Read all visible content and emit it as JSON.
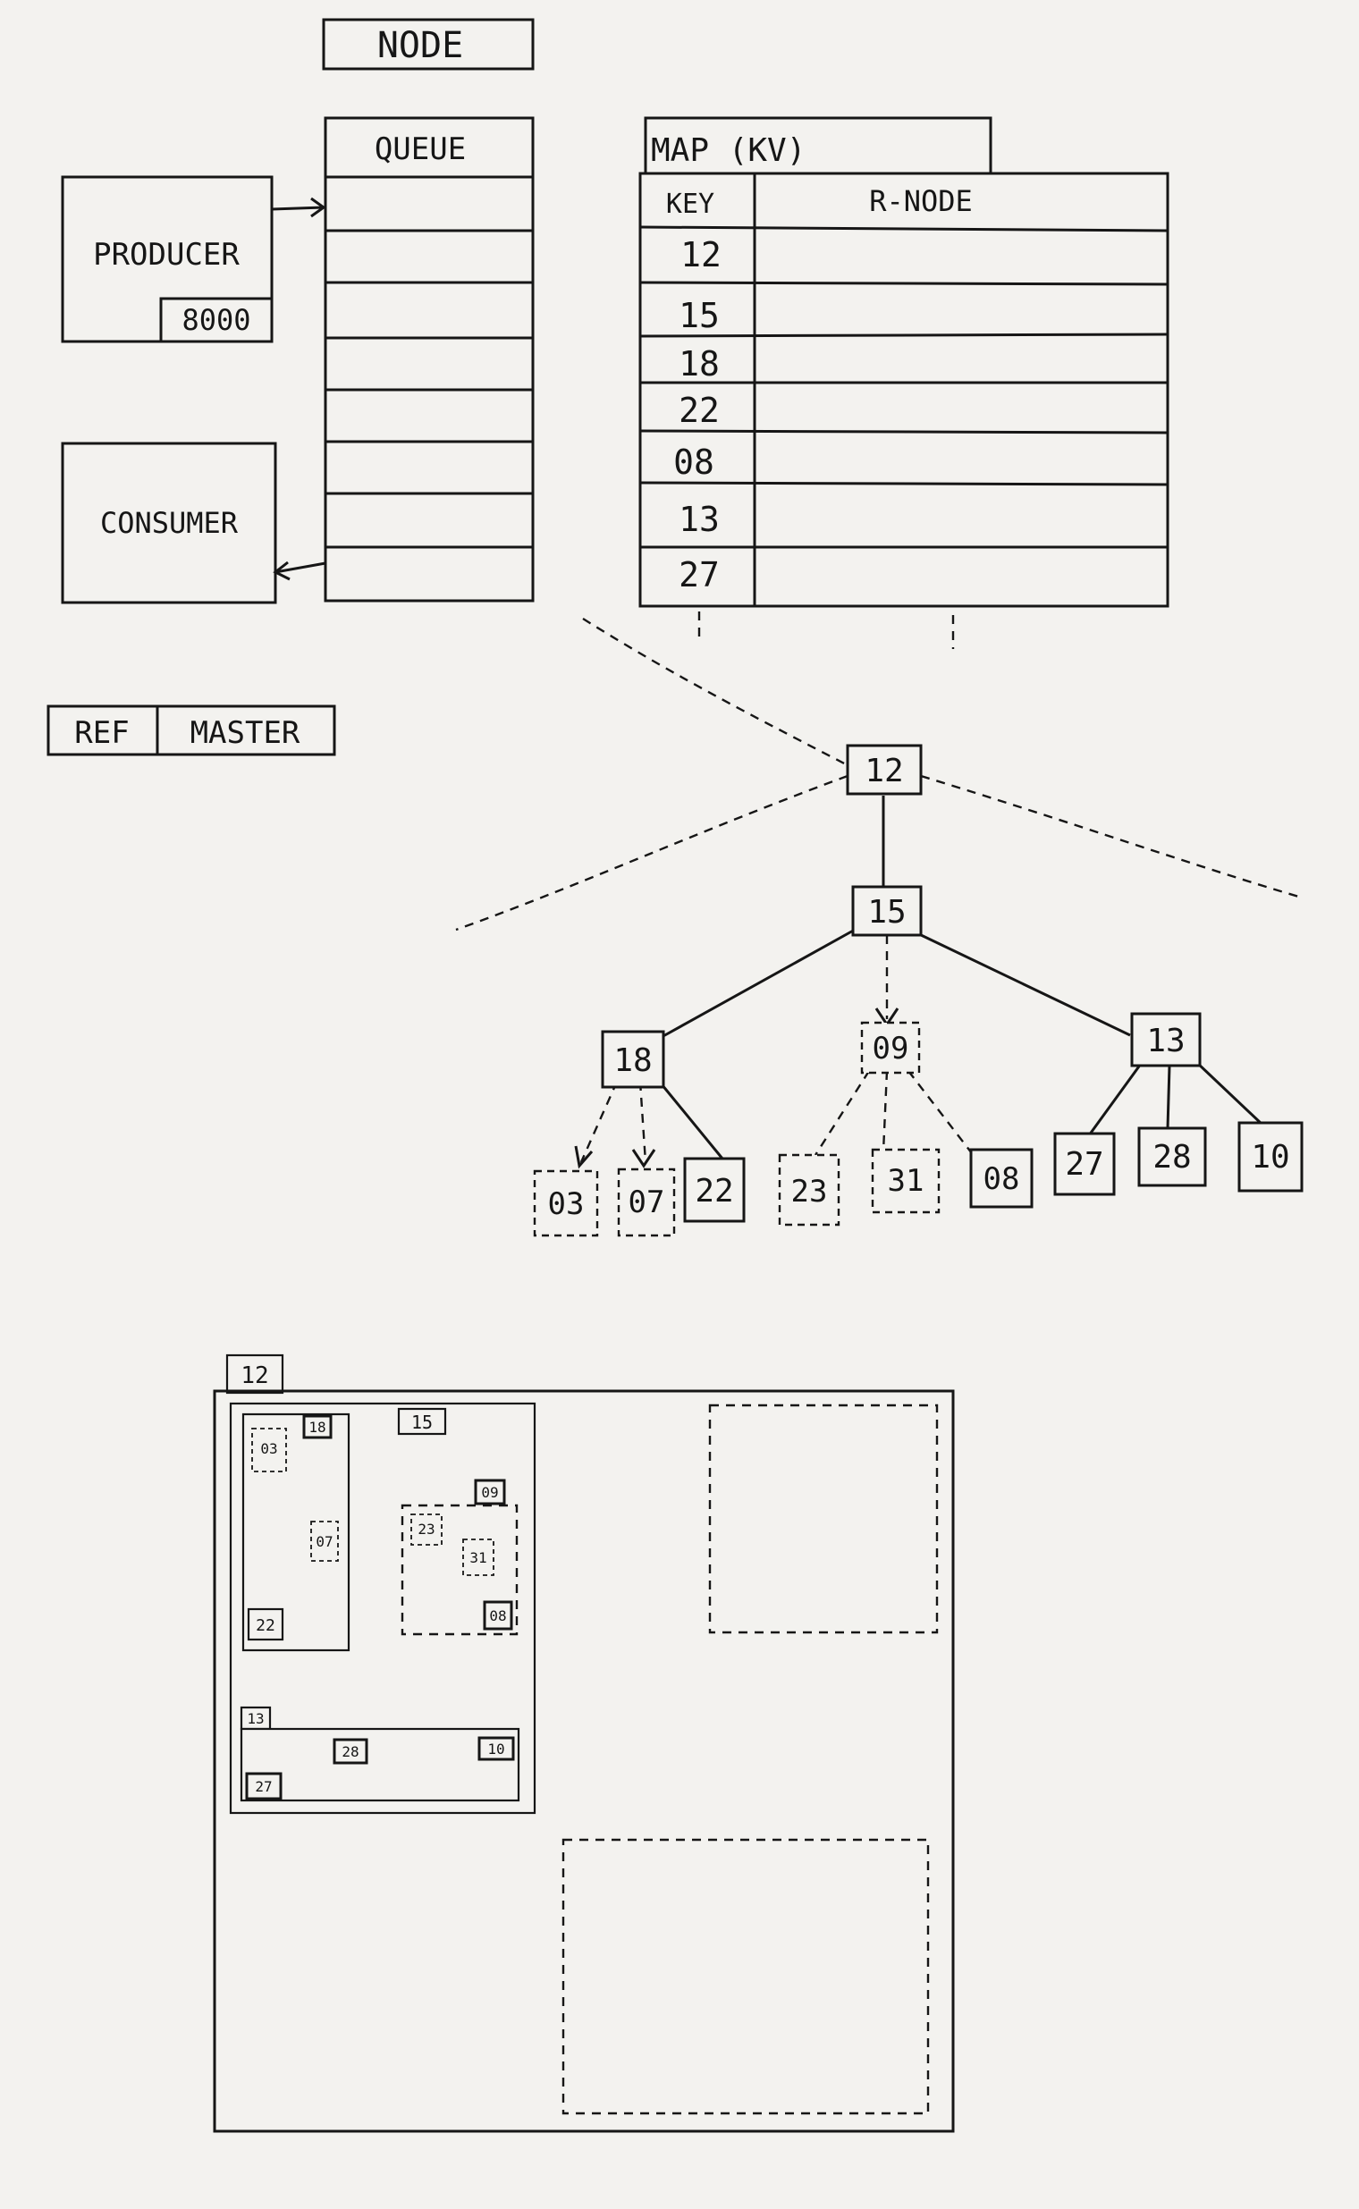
{
  "node_title": "NODE",
  "queue": {
    "title": "QUEUE"
  },
  "producer": {
    "label": "PRODUCER",
    "port": "8000"
  },
  "consumer": {
    "label": "CONSUMER"
  },
  "map": {
    "title": "MAP (KV)",
    "col_key": "KEY",
    "col_rnode": "R-NODE",
    "keys": [
      "12",
      "15",
      "18",
      "22",
      "08",
      "13",
      "27"
    ]
  },
  "ref": {
    "label": "REF",
    "value": "MASTER"
  },
  "tree": {
    "root": "12",
    "level1": "15",
    "level2": [
      {
        "label": "18",
        "dashed": false,
        "children": [
          {
            "label": "03",
            "dashed": true
          },
          {
            "label": "07",
            "dashed": true
          },
          {
            "label": "22",
            "dashed": false
          }
        ]
      },
      {
        "label": "09",
        "dashed": true,
        "children": [
          {
            "label": "23",
            "dashed": true
          },
          {
            "label": "31",
            "dashed": true
          },
          {
            "label": "08",
            "dashed": false
          }
        ]
      },
      {
        "label": "13",
        "dashed": false,
        "children": [
          {
            "label": "27",
            "dashed": false
          },
          {
            "label": "28",
            "dashed": false
          },
          {
            "label": "10",
            "dashed": false
          }
        ]
      }
    ]
  },
  "nested": {
    "outer_tab": "12",
    "inner_tab": "15",
    "group18": {
      "label": "18",
      "items": [
        "03",
        "07",
        "22"
      ]
    },
    "group09": {
      "label": "09",
      "items": [
        "23",
        "31",
        "08"
      ]
    },
    "group13": {
      "label": "13",
      "items": [
        "28",
        "10",
        "27"
      ]
    }
  }
}
